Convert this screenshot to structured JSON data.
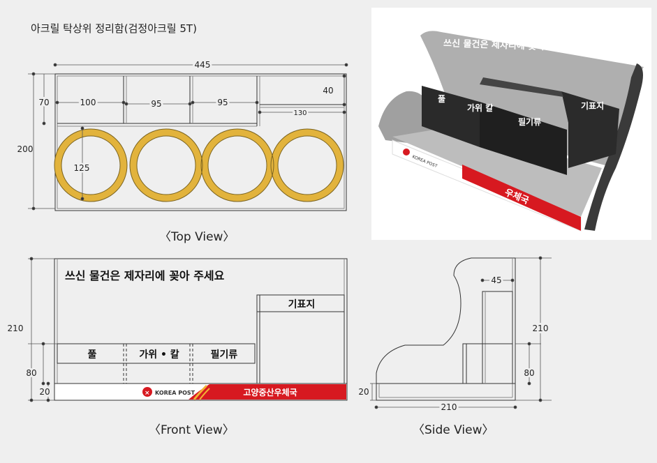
{
  "title": "아크릴 탁상위 정리함(검정아크릴 5T)",
  "captions": {
    "top": "〈Top View〉",
    "front": "〈Front View〉",
    "side": "〈Side View〉"
  },
  "colors": {
    "ring": "#e2b33c",
    "brand_red": "#d71920",
    "background": "#efefef"
  },
  "top_view": {
    "total_width": "445",
    "depth": "200",
    "front_depth": "70",
    "dividers": [
      "100",
      "95",
      "95"
    ],
    "right_depth": "40",
    "right_width": "130",
    "ring_diameter": "125"
  },
  "front_view": {
    "banner_text": "쓰신 물건은 제자리에 꽂아 주세요",
    "compartments": [
      "풀",
      "가위 • 칼",
      "필기류"
    ],
    "right_label": "기표지",
    "height": "210",
    "compartment_height": "80",
    "base_height": "20",
    "brand": "KOREA POST",
    "office_name": "고양중산우체국"
  },
  "side_view": {
    "height": "210",
    "inner_height": "80",
    "base_height": "20",
    "depth": "210",
    "slot_width": "45"
  },
  "photo": {
    "banner_text": "쓰신 물건은 제자리에 꽂아 주세요",
    "labels": [
      "풀",
      "가위 칼",
      "필기류",
      "기표지"
    ],
    "brand": "KOREA POST",
    "office_short": "우체국"
  }
}
